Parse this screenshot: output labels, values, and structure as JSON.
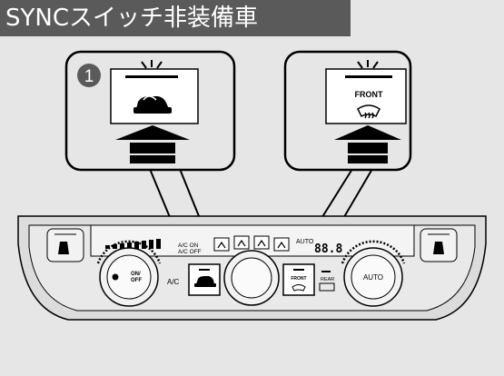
{
  "title": "SYNCスイッチ非装備車",
  "callout_number": "1",
  "callout_right_label": "FRONT",
  "panel": {
    "ac_on_off": "A/C ON\nA/C OFF",
    "auto_top": "AUTO",
    "digits": "88.8",
    "on_off": "ON/\nOFF",
    "ac": "A/C",
    "front": "FRONT",
    "rear": "REAR",
    "auto_knob": "AUTO"
  },
  "colors": {
    "title_bg": "#5a5a5a",
    "background": "#e6e6e6",
    "stroke": "#000000",
    "highlight": "#ffffff"
  }
}
